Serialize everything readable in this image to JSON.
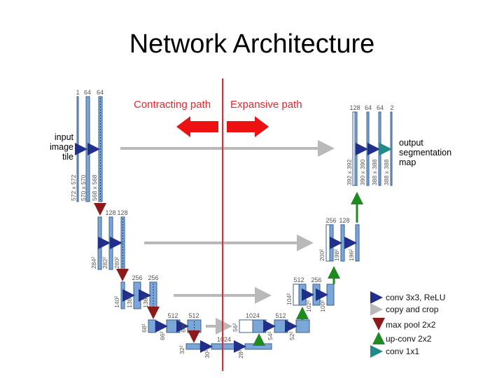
{
  "slide": {
    "title": "Network Architecture",
    "contracting_label": "Contracting path",
    "expansive_label": "Expansive path",
    "input_label": [
      "input",
      "image",
      "tile"
    ],
    "output_label": [
      "output",
      "segmentation",
      "map"
    ]
  },
  "channel_labels": {
    "l1": [
      "1",
      "64",
      "64"
    ],
    "l2": [
      "128",
      "128"
    ],
    "l3": [
      "256",
      "256"
    ],
    "l4": [
      "512",
      "512"
    ],
    "l5": "1024",
    "r4": [
      "1024",
      "512"
    ],
    "r3": [
      "512",
      "256"
    ],
    "r2": [
      "256",
      "128"
    ],
    "r1": [
      "128",
      "64",
      "64",
      "2"
    ]
  },
  "size_labels": {
    "l1": [
      "572 x 572",
      "570 x 570",
      "568 x 568"
    ],
    "l2": [
      "284²",
      "282²",
      "280²"
    ],
    "l3": [
      "140²",
      "138²",
      "136²"
    ],
    "l4": [
      "68²",
      "66²",
      "64²"
    ],
    "l5": [
      "32²",
      "30²",
      "28²"
    ],
    "r4": [
      "56²",
      "54²",
      "52²"
    ],
    "r3": [
      "104²",
      "102²",
      "100²"
    ],
    "r2": [
      "200²",
      "198²",
      "196²"
    ],
    "r1": [
      "392 x 392",
      "390 x 390",
      "388 x 388",
      "388 x 388"
    ]
  },
  "legend": [
    {
      "label": "conv 3x3, ReLU",
      "color": "#1f2f8a",
      "icon": "arrow-right-icon"
    },
    {
      "label": "copy and crop",
      "color": "#b9b9b9",
      "icon": "arrow-right-icon"
    },
    {
      "label": "max pool 2x2",
      "color": "#8b1a1a",
      "icon": "arrow-down-icon"
    },
    {
      "label": "up-conv 2x2",
      "color": "#1f8a1f",
      "icon": "arrow-up-icon"
    },
    {
      "label": "conv 1x1",
      "color": "#1f8a8a",
      "icon": "arrow-right-icon"
    }
  ],
  "colors": {
    "block_fill": "#7aa7d8",
    "block_stroke": "#3d5f8f",
    "divider": "#e8262b"
  }
}
